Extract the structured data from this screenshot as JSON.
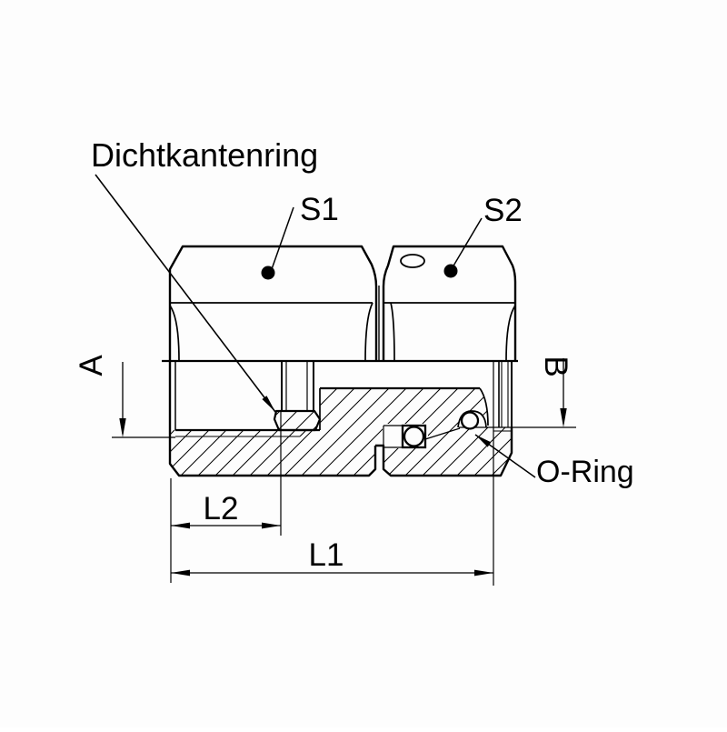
{
  "drawing": {
    "background_color": "#ffffff",
    "line_color": "#000000",
    "callouts": {
      "seal_edge_ring": "Dichtkantenring",
      "wrench_flat_1": "S1",
      "wrench_flat_2": "S2",
      "o_ring": "O-Ring"
    },
    "dimensions": {
      "bore_a": "A",
      "bore_b": "B",
      "length_l1": "L1",
      "length_l2": "L2"
    }
  }
}
